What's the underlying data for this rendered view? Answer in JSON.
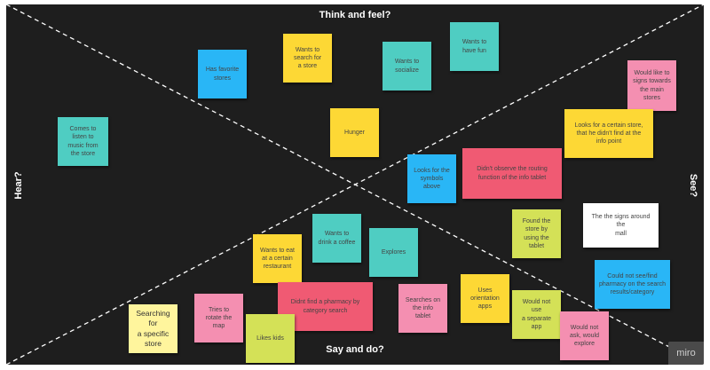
{
  "board": {
    "background": "#1e1e1e",
    "quadrants": {
      "top": "Think and feel?",
      "bottom": "Say and do?",
      "left": "Hear?",
      "right": "See?"
    },
    "corner_badge": "miro"
  },
  "colors": {
    "blue": "#29b6f6",
    "yellow": "#fdd835",
    "teal": "#4fcdc2",
    "pink": "#f48fb1",
    "red": "#f05a73",
    "green": "#d4e157",
    "light_yellow": "#fff59d",
    "white": "#ffffff"
  },
  "notes": [
    {
      "id": "has-favorite-stores",
      "text": "Has favorite\nstores",
      "color": "#29b6f6"
    },
    {
      "id": "wants-search-store",
      "text": "Wants to\nsearch for\na store",
      "color": "#fdd835"
    },
    {
      "id": "wants-socialize",
      "text": "Wants to\nsocialize",
      "color": "#4fcdc2"
    },
    {
      "id": "wants-have-fun",
      "text": "Wants to\nhave fun",
      "color": "#4fcdc2"
    },
    {
      "id": "would-like-signs",
      "text": "Would like to\nsigns towards\nthe main\nstores",
      "color": "#f48fb1"
    },
    {
      "id": "comes-listen-music",
      "text": "Comes to\nlisten to\nmusic from\nthe store",
      "color": "#4fcdc2"
    },
    {
      "id": "hunger",
      "text": "Hunger",
      "color": "#fdd835"
    },
    {
      "id": "looks-certain-store",
      "text": "Looks for a certain store,\nthat he didn't find at the\ninfo point",
      "color": "#fdd835"
    },
    {
      "id": "looks-symbols",
      "text": "Looks for the\nsymbols\nabove",
      "color": "#29b6f6"
    },
    {
      "id": "didnt-observe-routing",
      "text": "Didn't observe the routing\nfunction of the info tablet",
      "color": "#f05a73"
    },
    {
      "id": "found-store-tablet",
      "text": "Found the\nstore by\nusing the\ntablet",
      "color": "#d4e157"
    },
    {
      "id": "signs-around-mall",
      "text": "The the signs around the\nmall",
      "color": "#ffffff"
    },
    {
      "id": "wants-drink-coffee",
      "text": "Wants to\ndrink a coffee",
      "color": "#4fcdc2"
    },
    {
      "id": "wants-eat-restaurant",
      "text": "Wants to eat\nat a certain\nrestaurant",
      "color": "#fdd835"
    },
    {
      "id": "explores",
      "text": "Explores",
      "color": "#4fcdc2"
    },
    {
      "id": "could-not-see-pharmacy",
      "text": "Could not see/find\npharmacy on the search\nresults/category",
      "color": "#29b6f6"
    },
    {
      "id": "searching-specific-store",
      "text": "Searching\nfor\na specific\nstore",
      "color": "#fff59d"
    },
    {
      "id": "tries-rotate-map",
      "text": "Tries to\nrotate the\nmap",
      "color": "#f48fb1"
    },
    {
      "id": "didnt-find-pharmacy",
      "text": "Didnt  find a pharmacy  by\ncategory search",
      "color": "#f05a73"
    },
    {
      "id": "searches-info-tablet",
      "text": "Searches on\nthe info\ntablet",
      "color": "#f48fb1"
    },
    {
      "id": "uses-orientation-apps",
      "text": "Uses\norientation\napps",
      "color": "#fdd835"
    },
    {
      "id": "would-not-use-app",
      "text": "Would not\nuse\na separate\napp",
      "color": "#d4e157"
    },
    {
      "id": "would-not-ask",
      "text": "Would not\nask, would\nexplore",
      "color": "#f48fb1"
    },
    {
      "id": "likes-kids",
      "text": "Likes kids",
      "color": "#d4e157"
    }
  ]
}
